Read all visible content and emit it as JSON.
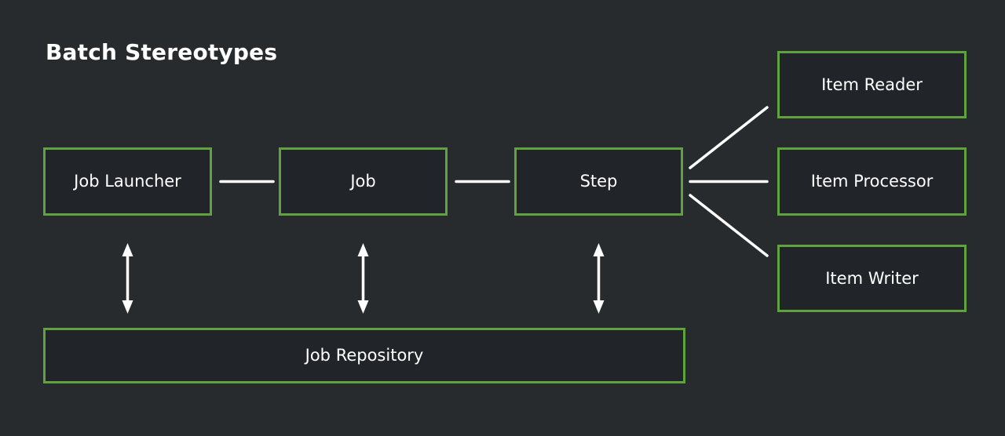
{
  "title": "Batch Stereotypes",
  "colors": {
    "background": "#282b2e",
    "node_fill": "#212428",
    "node_border": "#60a33e",
    "connector": "#ffffff",
    "text": "#ffffff"
  },
  "nodes": {
    "job_launcher": {
      "label": "Job Launcher"
    },
    "job": {
      "label": "Job"
    },
    "step": {
      "label": "Step"
    },
    "item_reader": {
      "label": "Item Reader"
    },
    "item_processor": {
      "label": "Item Processor"
    },
    "item_writer": {
      "label": "Item Writer"
    },
    "job_repository": {
      "label": "Job Repository"
    }
  },
  "edges": [
    {
      "from": "job_launcher",
      "to": "job",
      "style": "plain-line"
    },
    {
      "from": "job",
      "to": "step",
      "style": "plain-line"
    },
    {
      "from": "step",
      "to": "item_reader",
      "style": "plain-line"
    },
    {
      "from": "step",
      "to": "item_processor",
      "style": "plain-line"
    },
    {
      "from": "step",
      "to": "item_writer",
      "style": "plain-line"
    },
    {
      "from": "job_launcher",
      "to": "job_repository",
      "style": "double-arrow"
    },
    {
      "from": "job",
      "to": "job_repository",
      "style": "double-arrow"
    },
    {
      "from": "step",
      "to": "job_repository",
      "style": "double-arrow"
    }
  ]
}
